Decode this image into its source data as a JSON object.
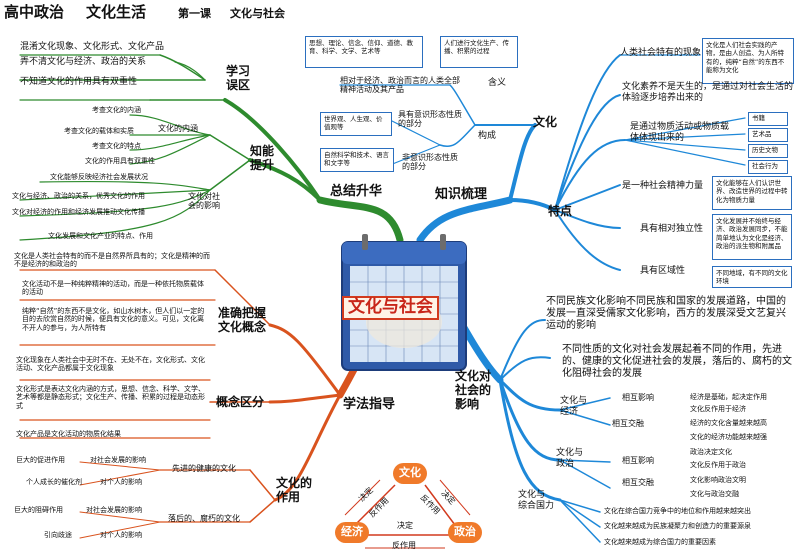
{
  "header": {
    "subject": "高中政治",
    "book": "文化生活",
    "lesson": "第一课",
    "lesson_title": "文化与社会"
  },
  "center_title": "文化与社会",
  "branches": {
    "summary": "总结升华",
    "knowledge": "知识梳理",
    "method": "学法指导",
    "impact": "文化对\n社会的\n影响"
  },
  "study": {
    "label": "学习\n误区",
    "items": [
      "混淆文化现象、文化形式、文化产品",
      "弄不清文化与经济、政治的关系",
      "不知道文化的作用具有双重性"
    ]
  },
  "zhineng": {
    "label": "知能\n提升",
    "inner": {
      "label": "文化的内涵",
      "items": [
        "考查文化的内涵",
        "考查文化的载体和实质",
        "考查文化的特点",
        "文化的作用具有双重性"
      ]
    },
    "impact": {
      "label": "文化对社\n会的影响",
      "items": [
        "文化能够反映经济社会发展状况",
        "文化与经济、政治的关系，优秀文化的作用",
        "文化对经济的作用和经济发展推动文化传播",
        "文化发展和文化产业的特点、作用"
      ]
    }
  },
  "culture": {
    "label": "文化",
    "hanyi": {
      "label": "含义",
      "desc": "相对于经济、政治而言的人类全部精神活动及其产品",
      "box_left": "思想、理论、信念、信仰、道德、教育、科学、文学、艺术等",
      "box_right": "人们进行文化生产、传播、积累的过程"
    },
    "goucheng": {
      "label": "构成",
      "a": "具有意识形态性质的部分",
      "a_box": "世界观、人生观、价值观等",
      "b": "非意识形态性质的部分",
      "b_box": "自然科学和技术、语言和文字等"
    }
  },
  "features": {
    "label": "特点",
    "f1": "人类社会特有的现象",
    "f1_box": "文化是人们社会实践的产物，是由人创造、为人所特有的，纯粹“自然”的东西不能称为文化",
    "f2": "文化素养不是天生的，是通过对社会生活的体验逐步培养出来的",
    "f3": "是通过物质活动或物质载体体现出来的",
    "f3_items": [
      "书籍",
      "艺术品",
      "历史文物",
      "社会行为"
    ],
    "f4": "是一种社会精神力量",
    "f4_box": "文化能够在人们认识世界、改造世界的过程中转化为物质力量",
    "f5": "具有相对独立性",
    "f5_box": "文化发展并不始终与经济、政治发展同步，不能简单地认为文化是经济、政治的派生物和附属品",
    "f6": "具有区域性",
    "f6_box": "不同地域，有不同的文化环境"
  },
  "impact_right": {
    "intro": "不同民族文化影响不同民族和国家的发展道路，中国的发展一直深受儒家文化影响，西方的发展深受文艺复兴运动的影响",
    "intro2": "不同性质的文化对社会发展起着不同的作用，先进的、健康的文化促进社会的发展，落后的、腐朽的文化阻碍社会的发展",
    "econ": {
      "label": "文化与\n经济",
      "inf": "相互影响",
      "inf_items": [
        "经济是基础，起决定作用",
        "文化反作用于经济"
      ],
      "mix": "相互交融",
      "mix_items": [
        "经济的文化含量越来越高",
        "文化的经济功能越来越强"
      ]
    },
    "pol": {
      "label": "文化与\n政治",
      "inf": "相互影响",
      "inf_items": [
        "政治决定文化",
        "文化反作用于政治"
      ],
      "mix": "相互交融",
      "mix_items": [
        "文化影响政治文明",
        "文化与政治交融"
      ]
    },
    "nat": {
      "label": "文化与\n综合国力",
      "items": [
        "文化在综合国力竞争中的地位和作用越来越突出",
        "文化越来越成为民族凝聚力和创造力的重要源泉",
        "文化越来越成为综合国力的重要因素"
      ]
    }
  },
  "concept": {
    "label": "准确把握\n文化概念",
    "items": [
      "文化是人类社会特有的而不是自然界所具有的；文化是精神的而不是经济的和政治的",
      "文化活动不是一种纯粹精神的活动，而是一种依托物质载体的活动",
      "纯粹“自然”的东西不是文化，如山水树木，但人们以一定的目的去欣赏自然的时候，便具有文化的意义。可见，文化离不开人的参与，为人所特有"
    ]
  },
  "distinguish": {
    "label": "概念区分",
    "items": [
      "文化现象在人类社会中无时不在、无处不在，文化形式、文化活动、文化产品都属于文化现象",
      "文化形式是表达文化内涵的方式，思想、信念、科学、文学、艺术等都是静态形式；文化生产、传播、积累的过程是动态形式",
      "文化产品是文化活动的物质化结果"
    ]
  },
  "role": {
    "label": "文化的\n作用",
    "adv": {
      "label": "先进的健康的文化",
      "items": [
        {
          "k": "巨大的促进作用",
          "v": "对社会发展的影响"
        },
        {
          "k": "个人成长的催化剂",
          "v": "对个人的影响"
        }
      ]
    },
    "back": {
      "label": "落后的、腐朽的文化",
      "items": [
        {
          "k": "巨大的阻碍作用",
          "v": "对社会发展的影响"
        },
        {
          "k": "引向歧途",
          "v": "对个人的影响"
        }
      ]
    }
  },
  "triangle": {
    "top": "文化",
    "left": "经济",
    "right": "政治",
    "decide": "决定",
    "react": "反作用"
  },
  "colors": {
    "green": "#2e8b2e",
    "orange": "#e0701a",
    "blue": "#1e88d8",
    "darkblue": "#1f4ea3",
    "red": "#d23a1e",
    "circle": "#f07a2a"
  }
}
